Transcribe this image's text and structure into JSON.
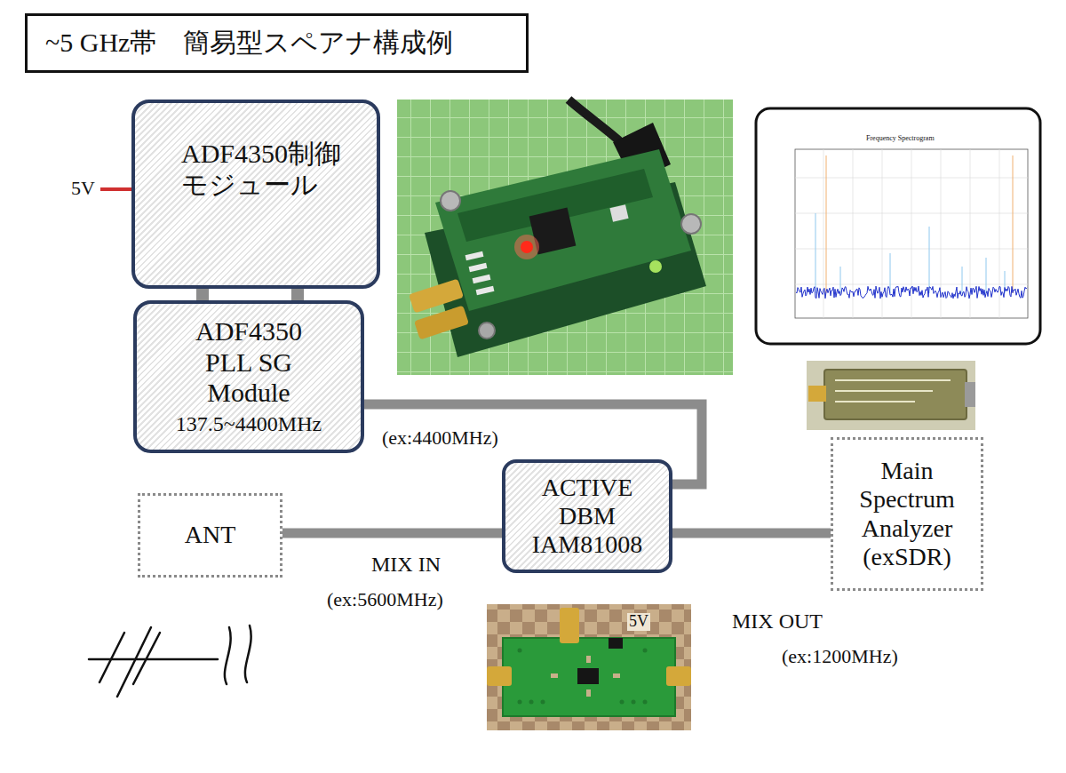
{
  "diagram": {
    "title": "~5 GHz帯　簡易型スペアナ構成例",
    "nodes": [
      {
        "text": [
          "ADF4350制御 モジュール"
        ]
      },
      {
        "text": [
          "ADF4350 PLL SG Module",
          "137.5~4400MHz"
        ]
      },
      {
        "text": [
          "ANT"
        ]
      },
      {
        "text": [
          "ACTIVE DBM IAM81008"
        ]
      },
      {
        "text": [
          "Main Spectrum Analyzer (exSDR)"
        ]
      }
    ],
    "edges": [
      {
        "from": 0,
        "to": 1,
        "arrow": "none"
      },
      {
        "from": 1,
        "to": 3,
        "label": "(ex:4400MHz)",
        "arrow": "none"
      },
      {
        "from": 2,
        "to": 3,
        "arrow": "none"
      },
      {
        "from": 3,
        "to": 4,
        "arrow": "none"
      }
    ],
    "labels": [
      "5V",
      "MIX IN",
      "(ex:5600MHz)",
      "MIX OUT",
      "(ex:1200MHz)",
      "5V",
      "Frequency Spectrogram"
    ]
  }
}
